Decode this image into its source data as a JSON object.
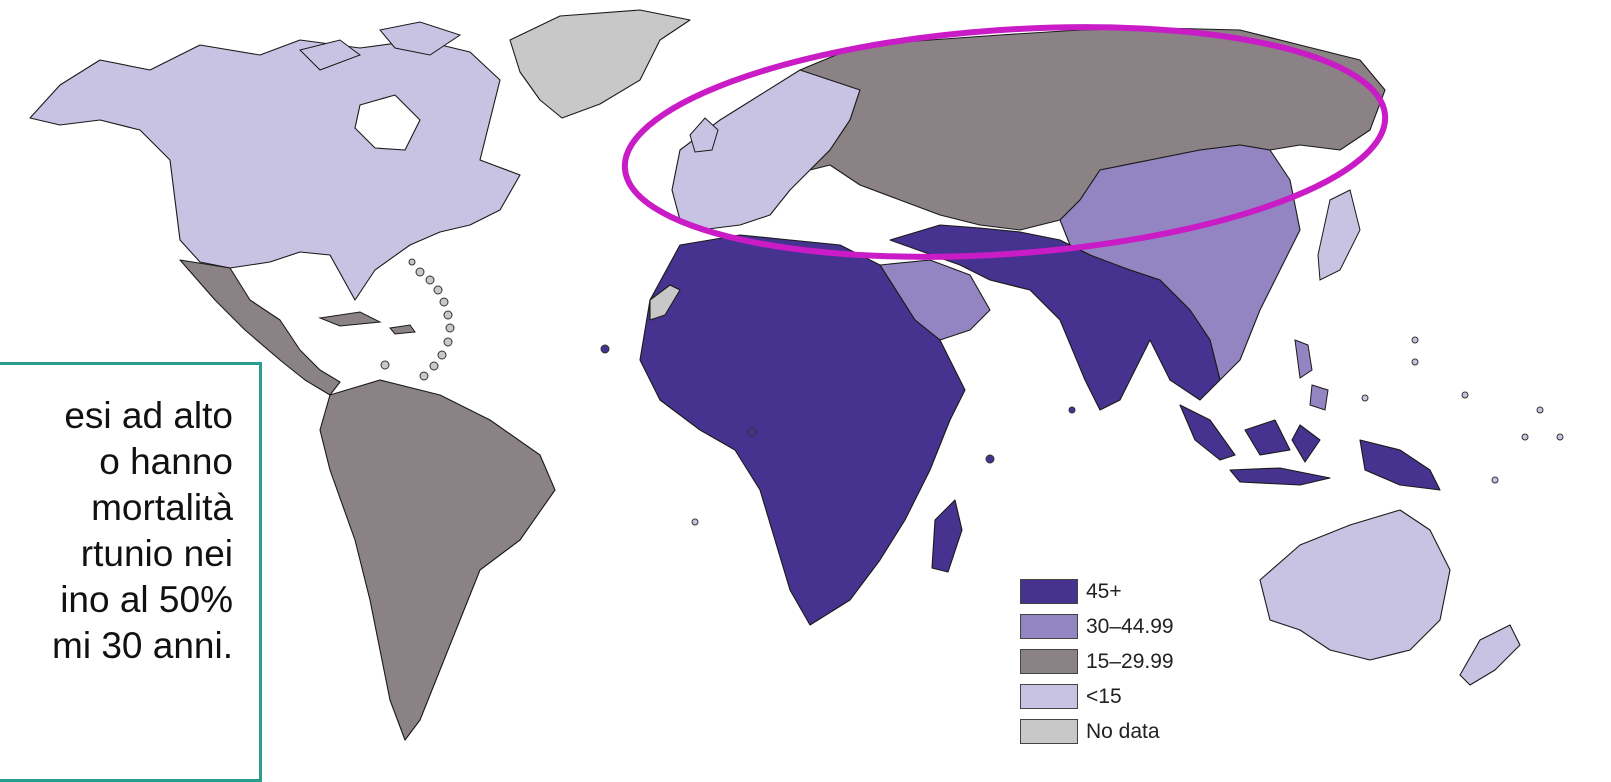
{
  "colors": {
    "c45": "#46338f",
    "c30": "#9385c2",
    "c15": "#8a8284",
    "c0": "#c9c3e3",
    "nodata": "#c8c8c8",
    "highlight": "#c91bc6",
    "callout_border": "#2a9d8f"
  },
  "callout": {
    "text": "esi ad alto\no hanno\n mortalità\nrtunio nei\nino al 50%\nmi 30 anni."
  },
  "legend": {
    "items": [
      {
        "label": "45+",
        "color": "#46338f"
      },
      {
        "label": "30–44.99",
        "color": "#9385c2"
      },
      {
        "label": "15–29.99",
        "color": "#8a8284"
      },
      {
        "label": "<15",
        "color": "#c9c3e3"
      },
      {
        "label": "No data",
        "color": "#c8c8c8"
      }
    ]
  }
}
